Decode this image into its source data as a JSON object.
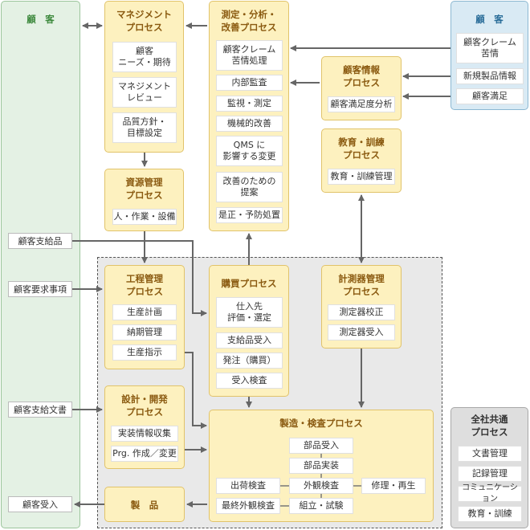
{
  "customer_left": {
    "title": "顧　客"
  },
  "customer_right": {
    "title": "顧　客",
    "items": [
      "顧客クレーム\n苦情",
      "新規製品情報",
      "顧客満足"
    ]
  },
  "management": {
    "title": "マネジメント\nプロセス",
    "items": [
      "顧客\nニーズ・期待",
      "マネジメント\nレビュー",
      "品質方針・\n目標設定"
    ]
  },
  "measurement": {
    "title": "測定・分析・\n改善プロセス",
    "items": [
      "顧客クレーム\n苦情処理",
      "内部監査",
      "監視・測定",
      "機械的改善",
      "QMS に\n影響する変更",
      "改善のための\n提案",
      "是正・予防処置"
    ]
  },
  "customer_info": {
    "title": "顧客情報\nプロセス",
    "items": [
      "顧客満足度分析"
    ]
  },
  "education": {
    "title": "教育・訓練\nプロセス",
    "items": [
      "教育・訓練管理"
    ]
  },
  "resource": {
    "title": "資源管理\nプロセス",
    "items": [
      "人・作業・設備"
    ]
  },
  "process_mgmt": {
    "title": "工程管理\nプロセス",
    "items": [
      "生産計画",
      "納期管理",
      "生産指示"
    ]
  },
  "purchasing": {
    "title": "購買プロセス",
    "items": [
      "仕入先\n評価・選定",
      "支給品受入",
      "発注（購買）",
      "受入検査"
    ]
  },
  "instrument": {
    "title": "計測器管理\nプロセス",
    "items": [
      "測定器校正",
      "測定器受入"
    ]
  },
  "design": {
    "title": "設計・開発\nプロセス",
    "items": [
      "実装情報収集",
      "Prg. 作成／変更"
    ]
  },
  "manufacturing": {
    "title": "製造・検査プロセス",
    "items": {
      "parts_receipt": "部品受入",
      "parts_mount": "部品実装",
      "visual_inspection": "外観検査",
      "repair": "修理・再生",
      "shipping_inspection": "出荷検査",
      "final_inspection": "最終外観検査",
      "assembly_test": "組立・試験"
    }
  },
  "product": {
    "title": "製　品"
  },
  "external": {
    "supplied_goods": "顧客支給品",
    "requirements": "顧客要求事項",
    "supplied_docs": "顧客支給文書",
    "receipt": "顧客受入"
  },
  "company_common": {
    "title": "全社共通\nプロセス",
    "items": [
      "文書管理",
      "記録管理",
      "コミュニケーション",
      "教育・訓練"
    ]
  }
}
